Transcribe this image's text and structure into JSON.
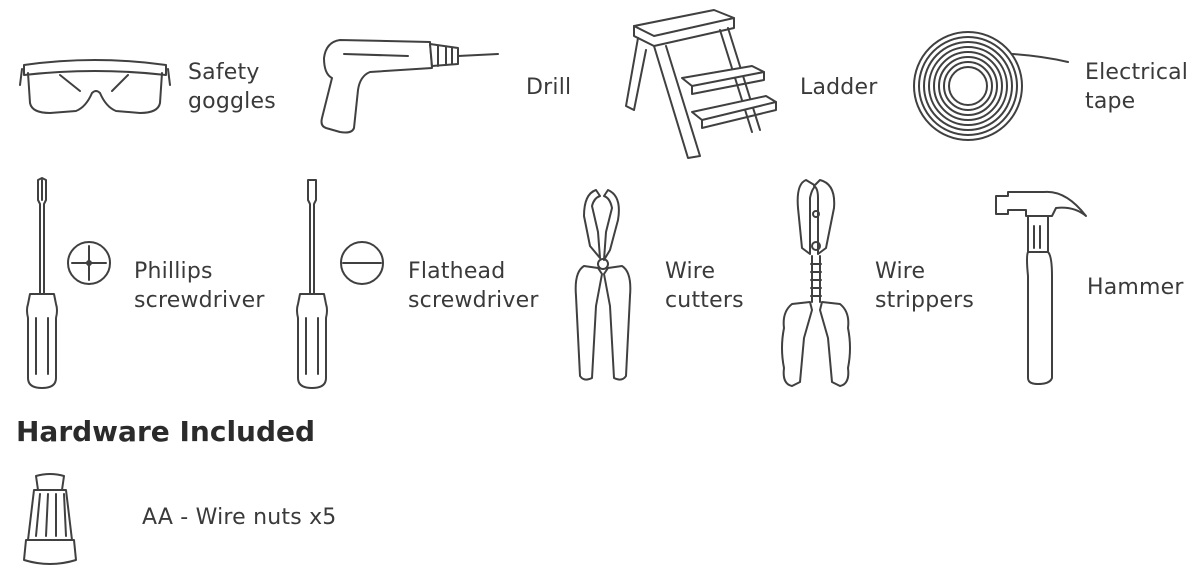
{
  "tools": {
    "safety_goggles": {
      "line1": "Safety",
      "line2": "goggles"
    },
    "drill": {
      "label": "Drill"
    },
    "ladder": {
      "label": "Ladder"
    },
    "electrical_tape": {
      "line1": "Electrical",
      "line2": "tape"
    },
    "phillips_screwdriver": {
      "line1": "Phillips",
      "line2": "screwdriver"
    },
    "flathead_screwdriver": {
      "line1": "Flathead",
      "line2": "screwdriver"
    },
    "wire_cutters": {
      "line1": "Wire",
      "line2": "cutters"
    },
    "wire_strippers": {
      "line1": "Wire",
      "line2": "strippers"
    },
    "hammer": {
      "label": "Hammer"
    }
  },
  "hardware": {
    "heading": "Hardware Included",
    "items": [
      {
        "label": "AA - Wire nuts x5"
      }
    ]
  }
}
